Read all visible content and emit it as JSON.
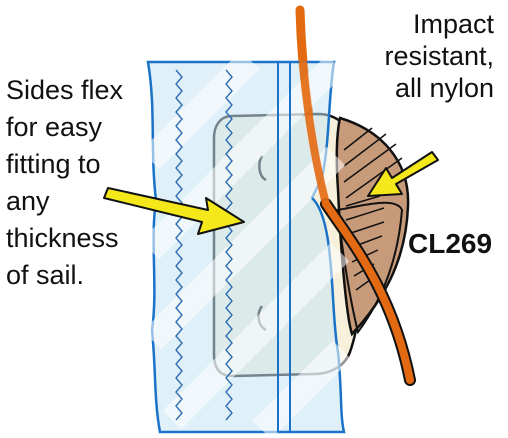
{
  "labels": {
    "left_callout": [
      "Sides flex",
      "for easy",
      "fitting to",
      "any",
      "thickness",
      "of sail."
    ],
    "right_callout": [
      "Impact",
      "resistant,",
      "all nylon"
    ],
    "part_number": "CL269"
  },
  "colors": {
    "rope": "#e36a12",
    "sail_tint": "#c7e3f4",
    "sail_edge": "#1a73c8",
    "fairlead_body": "#f7f1dc",
    "nylon_pad": "#c79a7a",
    "arrow": "#f4e81a",
    "stitch": "#2e6db3"
  },
  "icons": [
    "sail-panel",
    "fairlead-body",
    "rope",
    "nylon-pad",
    "arrow"
  ]
}
